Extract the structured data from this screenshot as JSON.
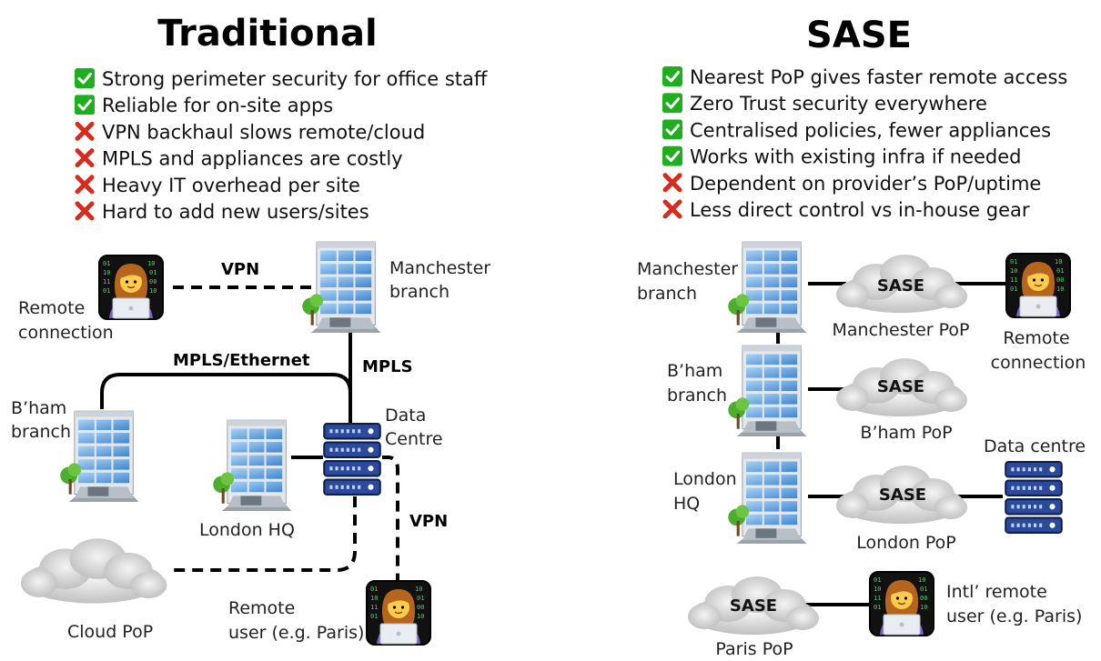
{
  "traditional": {
    "title": "Traditional",
    "items": [
      {
        "status": "pro",
        "text": "Strong perimeter security for office staff"
      },
      {
        "status": "pro",
        "text": "Reliable for on-site apps"
      },
      {
        "status": "con",
        "text": "VPN backhaul slows remote/cloud"
      },
      {
        "status": "con",
        "text": "MPLS and appliances are costly"
      },
      {
        "status": "con",
        "text": "Heavy IT overhead per site"
      },
      {
        "status": "con",
        "text": "Hard to add new users/sites"
      }
    ],
    "nodes": {
      "remote_connection": [
        "Remote",
        "connection"
      ],
      "manchester": [
        "Manchester",
        "branch"
      ],
      "bham": [
        "B’ham",
        "branch"
      ],
      "data_centre": [
        "Data",
        "Centre"
      ],
      "london_hq": "London HQ",
      "cloud_pop": "Cloud PoP",
      "remote_user": [
        "Remote",
        "user (e.g. Paris)"
      ]
    },
    "links": {
      "vpn_top": "VPN",
      "mpls_ethernet": "MPLS/Ethernet",
      "mpls": "MPLS",
      "vpn_right": "VPN"
    }
  },
  "sase": {
    "title": "SASE",
    "items": [
      {
        "status": "pro",
        "text": "Nearest PoP gives faster remote access"
      },
      {
        "status": "pro",
        "text": "Zero Trust security everywhere"
      },
      {
        "status": "pro",
        "text": "Centralised policies, fewer appliances"
      },
      {
        "status": "pro",
        "text": "Works with existing infra if needed"
      },
      {
        "status": "con",
        "text": "Dependent on provider’s PoP/uptime"
      },
      {
        "status": "con",
        "text": "Less direct control vs in-house gear"
      }
    ],
    "nodes": {
      "manchester": [
        "Manchester",
        "branch"
      ],
      "bham": [
        "B’ham",
        "branch"
      ],
      "london": [
        "London",
        "HQ"
      ],
      "remote_connection": [
        "Remote",
        "connection"
      ],
      "data_centre": "Data centre",
      "intl_remote": [
        "Intl’ remote",
        "user (e.g. Paris)"
      ]
    },
    "pops": {
      "cloud_label": "SASE",
      "manchester": "Manchester PoP",
      "bham": "B’ham PoP",
      "london": "London PoP",
      "paris": "Paris PoP"
    }
  },
  "colors": {
    "check_bg": "#1fae1f",
    "cross": "#d62b1f",
    "building_glass": "#5aa0dc",
    "server": "#2c4a9c",
    "cloud": "#c8c8c8",
    "user_frame": "#111111"
  }
}
